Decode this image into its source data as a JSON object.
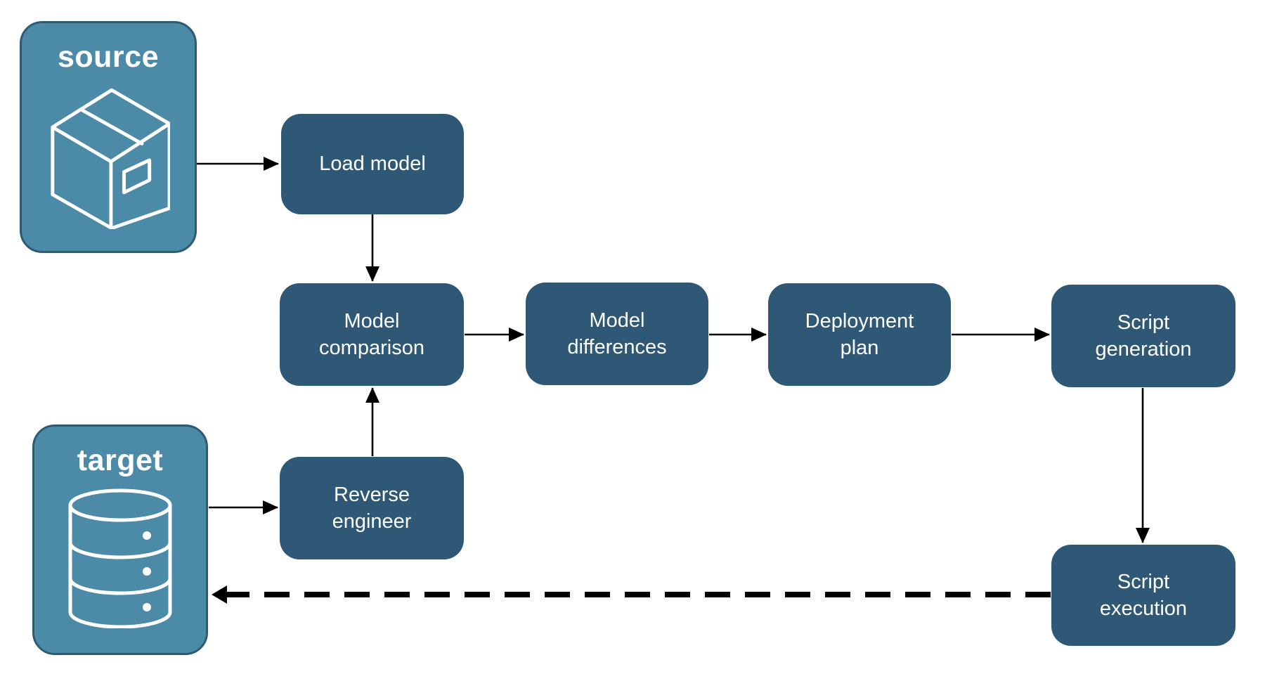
{
  "diagram": {
    "colors": {
      "background": "#ffffff",
      "node_fill": "#2e5876",
      "entity_fill": "#4c8ba8",
      "entity_border": "#2c5b73",
      "label_text": "#ffffff",
      "arrow_color": "#000000"
    },
    "entities": [
      {
        "id": "source",
        "label": "source",
        "icon": "package-box-icon"
      },
      {
        "id": "target",
        "label": "target",
        "icon": "database-icon"
      }
    ],
    "nodes": [
      {
        "id": "load-model",
        "label": "Load model"
      },
      {
        "id": "model-comparison",
        "label": "Model comparison"
      },
      {
        "id": "model-differences",
        "label": "Model differences"
      },
      {
        "id": "deployment-plan",
        "label": "Deployment plan"
      },
      {
        "id": "script-generation",
        "label": "Script generation"
      },
      {
        "id": "reverse-engineer",
        "label": "Reverse engineer"
      },
      {
        "id": "script-execution",
        "label": "Script execution"
      }
    ],
    "edges": [
      {
        "from": "source",
        "to": "load-model",
        "style": "solid"
      },
      {
        "from": "load-model",
        "to": "model-comparison",
        "style": "solid"
      },
      {
        "from": "model-comparison",
        "to": "model-differences",
        "style": "solid"
      },
      {
        "from": "model-differences",
        "to": "deployment-plan",
        "style": "solid"
      },
      {
        "from": "deployment-plan",
        "to": "script-generation",
        "style": "solid"
      },
      {
        "from": "script-generation",
        "to": "script-execution",
        "style": "solid"
      },
      {
        "from": "target",
        "to": "reverse-engineer",
        "style": "solid"
      },
      {
        "from": "reverse-engineer",
        "to": "model-comparison",
        "style": "solid"
      },
      {
        "from": "script-execution",
        "to": "target",
        "style": "dashed"
      }
    ]
  }
}
